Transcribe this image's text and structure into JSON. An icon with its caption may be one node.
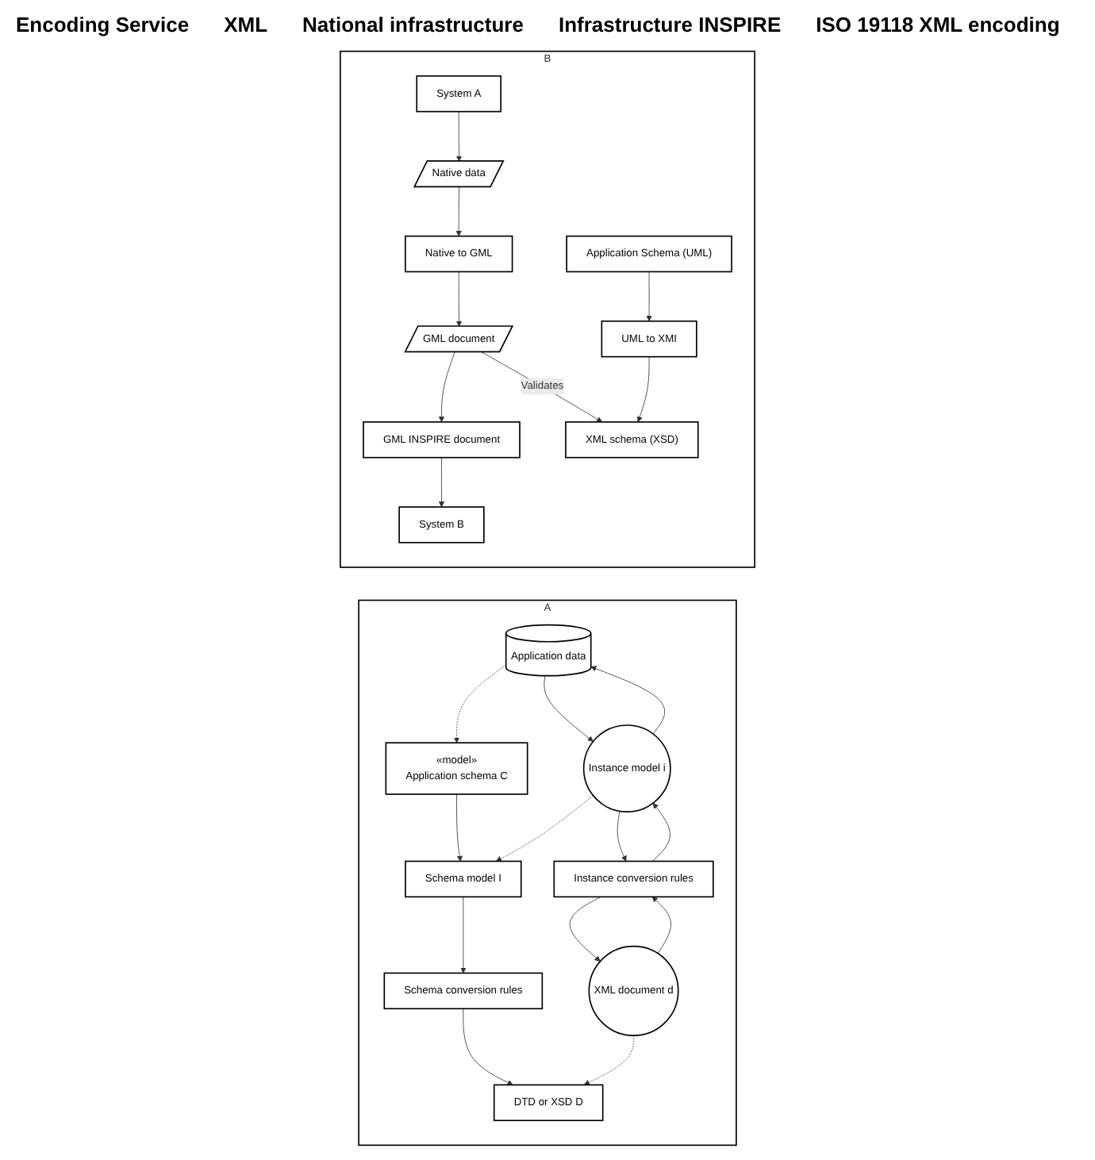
{
  "diagram": {
    "nodes": [
      {
        "text": [
          "A"
        ]
      },
      {
        "text": [
          "«model»",
          "Application schema C"
        ],
        "in": 0
      },
      {
        "text": [
          "Schema model I"
        ],
        "in": 0
      },
      {
        "text": [
          "Schema conversion rules"
        ],
        "in": 0
      },
      {
        "text": [
          "DTD or XSD D"
        ],
        "in": 0
      },
      {
        "text": [
          "Application data"
        ],
        "in": 0
      },
      {
        "text": [
          "Instance model i"
        ],
        "in": 0
      },
      {
        "text": [
          "Instance conversion rules"
        ],
        "in": 0
      },
      {
        "text": [
          "XML document d"
        ],
        "in": 0
      },
      {
        "text": [
          "B"
        ]
      },
      {
        "text": [
          "Application Schema (UML)"
        ],
        "in": 9
      },
      {
        "text": [
          "System A"
        ],
        "in": 9
      },
      {
        "text": [
          "UML to XMI"
        ],
        "in": 9
      },
      {
        "text": [
          "System B"
        ],
        "in": 9
      },
      {
        "text": [
          "XML schema (XSD)"
        ],
        "in": 9
      },
      {
        "text": [
          "Native data"
        ],
        "in": 9
      },
      {
        "text": [
          "Native to GML"
        ],
        "in": 9
      },
      {
        "text": [
          "GML document"
        ],
        "in": 9
      },
      {
        "text": [
          "GML INSPIRE document"
        ],
        "in": 9
      }
    ],
    "edges": [
      {
        "from": 1,
        "to": 2,
        "arrow": "to"
      },
      {
        "from": 2,
        "to": 3,
        "arrow": "to"
      },
      {
        "from": 3,
        "to": 4,
        "arrow": "to"
      },
      {
        "from": 5,
        "to": 1,
        "arrow": "to",
        "style": "dashed"
      },
      {
        "from": 6,
        "to": 2,
        "arrow": "to",
        "style": "dashed"
      },
      {
        "from": 8,
        "to": 4,
        "arrow": "to",
        "style": "dashed"
      },
      {
        "from": 5,
        "to": 6,
        "arrow": "to"
      },
      {
        "from": 6,
        "to": 5,
        "arrow": "to"
      },
      {
        "from": 7,
        "to": 6,
        "arrow": "to"
      },
      {
        "from": 6,
        "to": 7,
        "arrow": "to"
      },
      {
        "from": 7,
        "to": 8,
        "arrow": "to"
      },
      {
        "from": 8,
        "to": 7,
        "arrow": "to"
      },
      {
        "from": 11,
        "to": 15,
        "arrow": "to"
      },
      {
        "from": 15,
        "to": 16,
        "arrow": "to"
      },
      {
        "from": 16,
        "to": 17,
        "arrow": "to"
      },
      {
        "from": 17,
        "to": 18,
        "arrow": "to"
      },
      {
        "from": 18,
        "to": 13,
        "arrow": "to"
      },
      {
        "from": 10,
        "to": 12,
        "arrow": "to"
      },
      {
        "from": 12,
        "to": 14,
        "arrow": "to"
      },
      {
        "from": 17,
        "to": 14,
        "arrow": "to",
        "label": "Validates"
      }
    ],
    "labels": [
      "Encoding Service",
      "XML",
      "National infrastructure",
      "Infrastructure INSPIRE",
      "ISO 19118 XML encoding"
    ]
  }
}
